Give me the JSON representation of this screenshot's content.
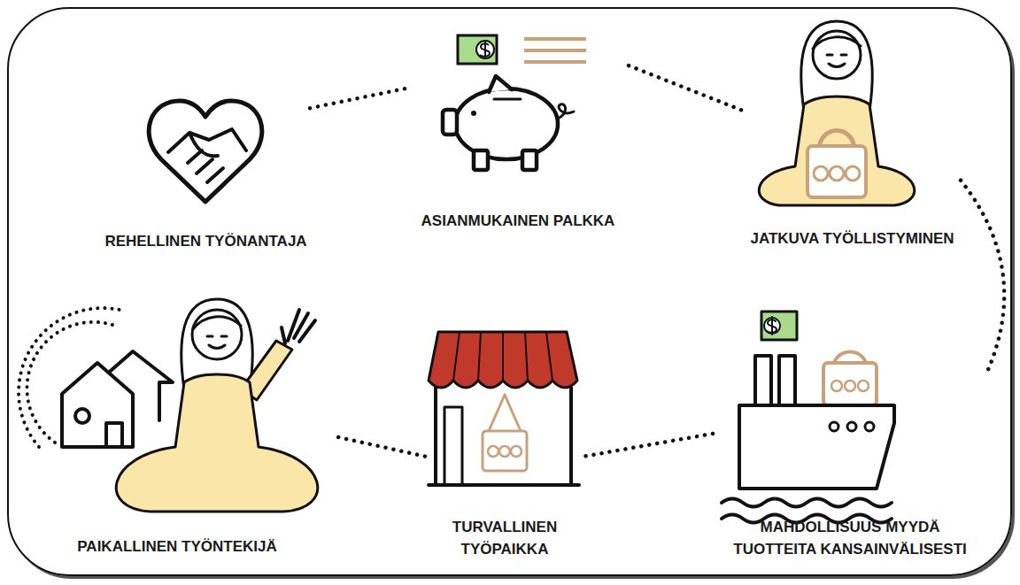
{
  "diagram": {
    "nodes": [
      {
        "text": [
          "REHELLINEN TYÖNANTAJA"
        ]
      },
      {
        "text": [
          "ASIANMUKAINEN PALKKA"
        ]
      },
      {
        "text": [
          "JATKUVA TYÖLLISTYMINEN"
        ]
      },
      {
        "text": [
          "PAIKALLINEN TYÖNTEKIJÄ"
        ]
      },
      {
        "text": [
          "TURVALLINEN TYÖPAIKKA"
        ]
      },
      {
        "text": [
          "MAHDOLLISUUS MYYDÄ TUOTTEITA KANSAINVÄLISESTI"
        ]
      }
    ],
    "edges": [
      {
        "from": 0,
        "to": 1,
        "arrow": "none"
      },
      {
        "from": 1,
        "to": 2,
        "arrow": "none"
      },
      {
        "from": 2,
        "to": 5,
        "arrow": "none"
      },
      {
        "from": 5,
        "to": 4,
        "arrow": "none"
      },
      {
        "from": 4,
        "to": 3,
        "arrow": "none"
      }
    ]
  }
}
